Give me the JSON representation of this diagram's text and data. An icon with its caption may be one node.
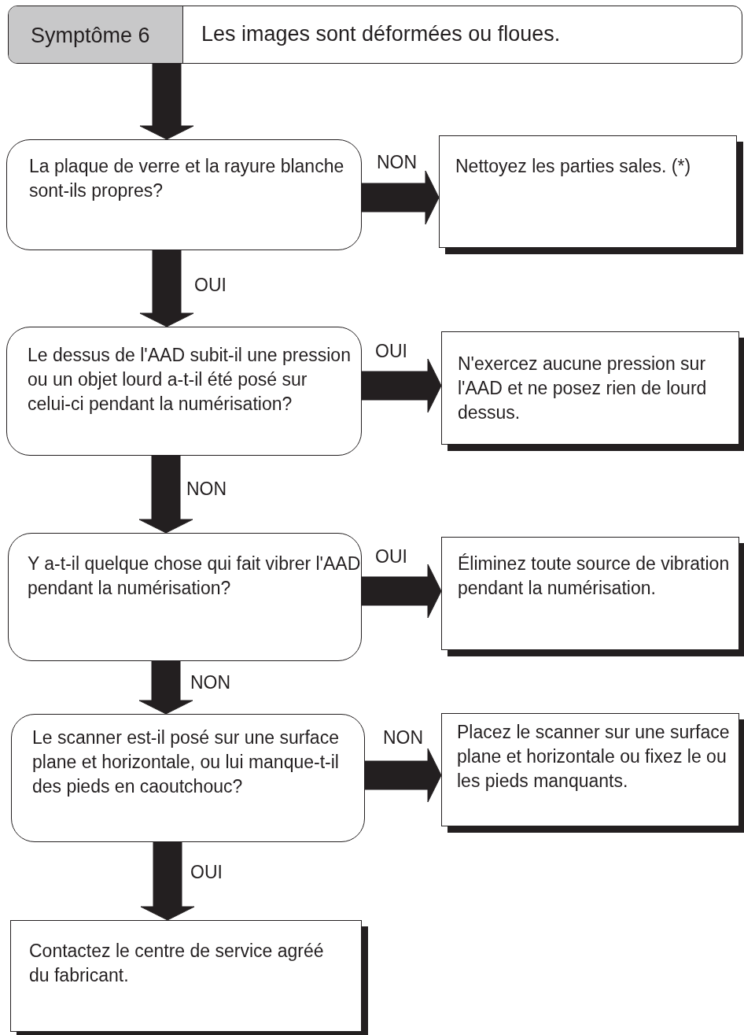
{
  "diagram": {
    "nodes": [
      {
        "text": [
          "Symptôme 6",
          "Les images sont déformées ou floues."
        ]
      },
      {
        "text": [
          "La plaque de verre et la rayure blanche sont-ils propres?"
        ]
      },
      {
        "text": [
          "Nettoyez les parties sales. (*)"
        ]
      },
      {
        "text": [
          "Le dessus de l'AAD subit-il une pression ou un objet lourd a-t-il été posé sur celui-ci pendant la numérisation?"
        ]
      },
      {
        "text": [
          "N'exercez aucune pression sur l'AAD et ne posez rien de lourd dessus."
        ]
      },
      {
        "text": [
          "Y a-t-il quelque chose qui fait vibrer l'AAD pendant la numérisation?"
        ]
      },
      {
        "text": [
          "Éliminez toute source de vibration pendant la numérisation."
        ]
      },
      {
        "text": [
          "Le scanner est-il posé sur une surface plane et horizontale, ou lui manque-t-il des pieds en caoutchouc?"
        ]
      },
      {
        "text": [
          "Placez le scanner sur une surface plane et horizontale ou fixez le ou les pieds manquants."
        ]
      },
      {
        "text": [
          "Contactez le centre de service agréé du fabricant."
        ]
      }
    ],
    "edges": [
      {
        "from": 0,
        "to": 1,
        "arrow": "to",
        "style": "thick"
      },
      {
        "from": 1,
        "to": 2,
        "arrow": "to",
        "style": "thick",
        "label": "NON"
      },
      {
        "from": 1,
        "to": 3,
        "arrow": "to",
        "style": "thick",
        "label": "OUI"
      },
      {
        "from": 3,
        "to": 4,
        "arrow": "to",
        "style": "thick",
        "label": "OUI"
      },
      {
        "from": 3,
        "to": 5,
        "arrow": "to",
        "style": "thick",
        "label": "NON"
      },
      {
        "from": 5,
        "to": 6,
        "arrow": "to",
        "style": "thick",
        "label": "OUI"
      },
      {
        "from": 5,
        "to": 7,
        "arrow": "to",
        "style": "thick",
        "label": "NON"
      },
      {
        "from": 7,
        "to": 8,
        "arrow": "to",
        "style": "thick",
        "label": "NON"
      },
      {
        "from": 7,
        "to": 9,
        "arrow": "to",
        "style": "thick",
        "label": "OUI"
      }
    ]
  }
}
